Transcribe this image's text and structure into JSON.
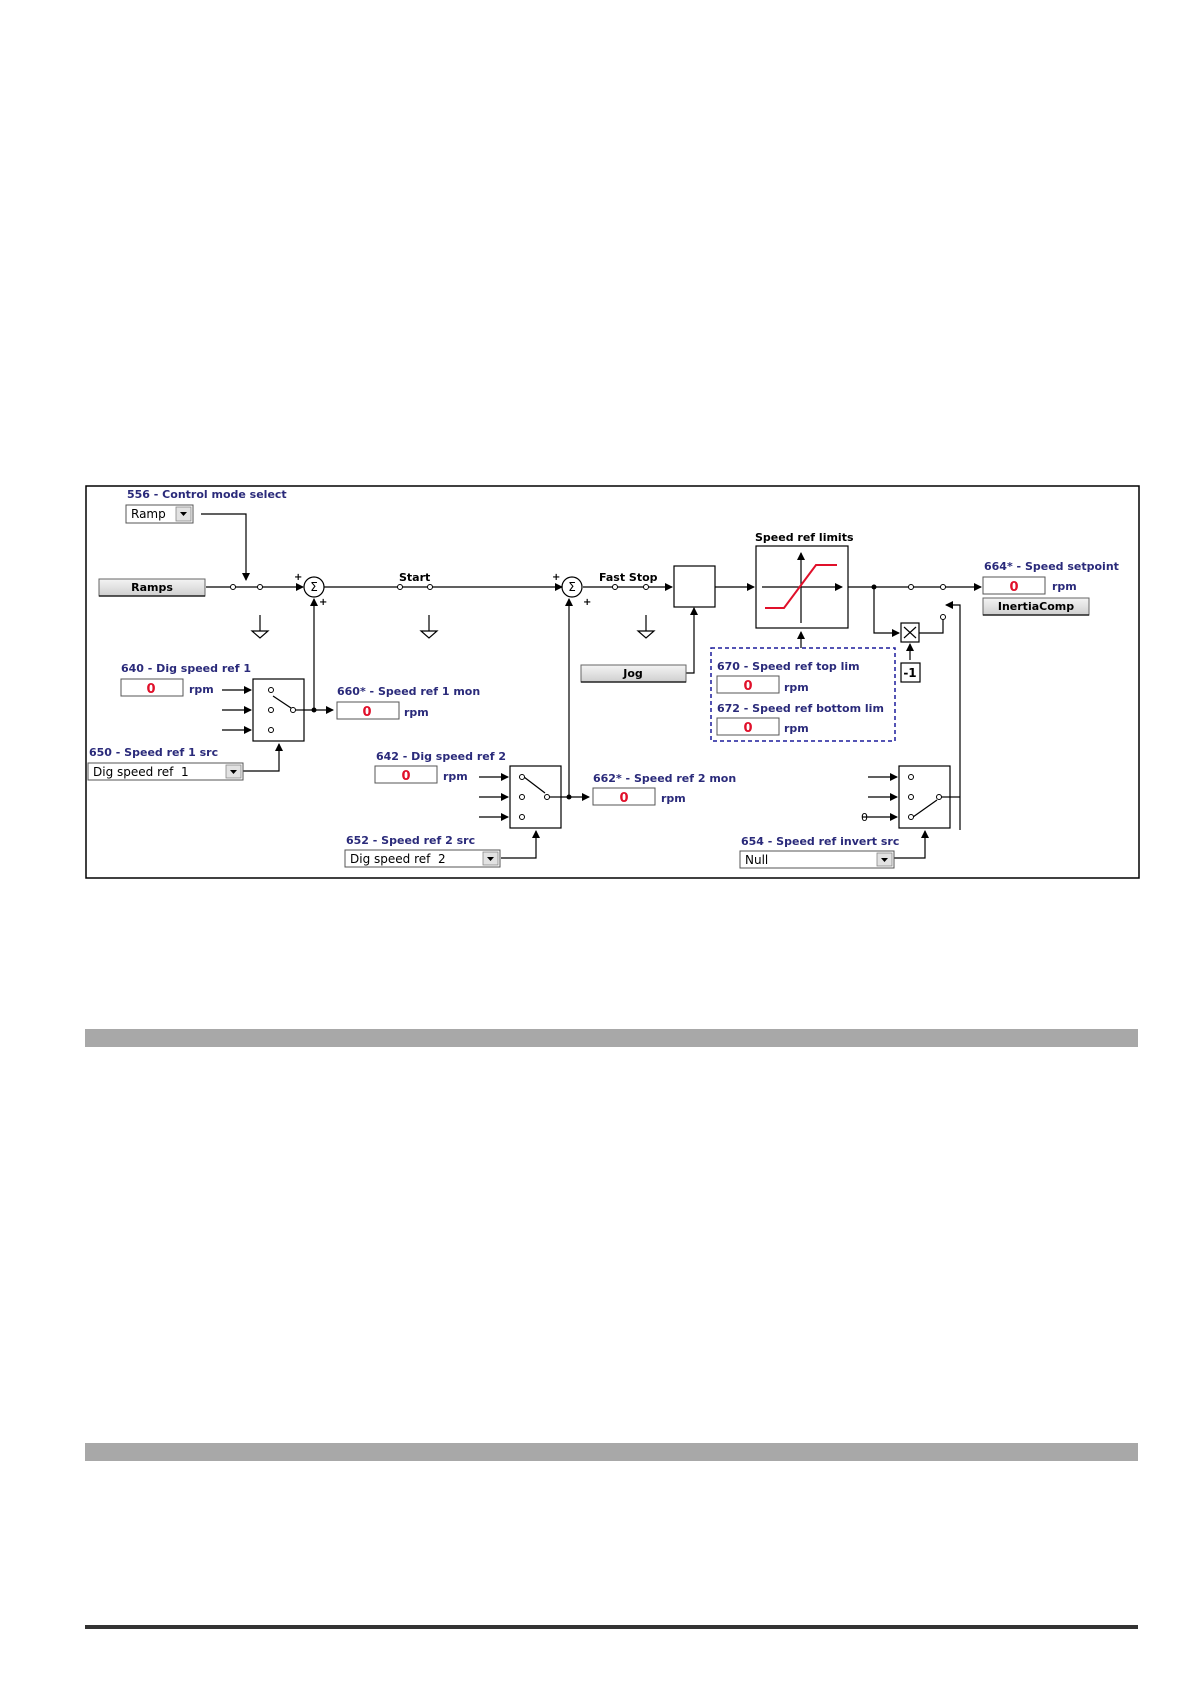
{
  "diagram": {
    "control_mode": {
      "label": "556 - Control mode select",
      "value": "Ramp"
    },
    "ramps_button": "Ramps",
    "start_label": "Start",
    "fast_stop_label": "Fast Stop",
    "jog_button": "Jog",
    "speed_ref_limits_label": "Speed ref limits",
    "speed_setpoint": {
      "label": "664* - Speed setpoint",
      "value": "0",
      "unit": "rpm"
    },
    "inertia_comp_button": "InertiaComp",
    "dig_speed_ref_1": {
      "label": "640 - Dig speed ref 1",
      "value": "0",
      "unit": "rpm"
    },
    "speed_ref_1_mon": {
      "label": "660* - Speed ref 1 mon",
      "value": "0",
      "unit": "rpm"
    },
    "speed_ref_1_src": {
      "label": "650 - Speed ref 1 src",
      "value": "Dig speed ref  1"
    },
    "dig_speed_ref_2": {
      "label": "642 - Dig speed ref 2",
      "value": "0",
      "unit": "rpm"
    },
    "speed_ref_2_mon": {
      "label": "662* - Speed ref 2 mon",
      "value": "0",
      "unit": "rpm"
    },
    "speed_ref_2_src": {
      "label": "652 - Speed ref 2 src",
      "value": "Dig speed ref  2"
    },
    "speed_ref_top_lim": {
      "label": "670 - Speed ref top lim",
      "value": "0",
      "unit": "rpm"
    },
    "speed_ref_bottom_lim": {
      "label": "672 - Speed ref bottom lim",
      "value": "0",
      "unit": "rpm"
    },
    "speed_ref_invert_src": {
      "label": "654 - Speed ref invert src",
      "value": "Null"
    },
    "minus_one": "-1",
    "zero_input": "0",
    "sigma": "Σ",
    "plus": "+"
  },
  "colors": {
    "label": "#2a2a7a",
    "value": "#e0102a",
    "line": "#000000",
    "dashed_border": "#1c1c9c",
    "bar": "#a8a8a8"
  }
}
